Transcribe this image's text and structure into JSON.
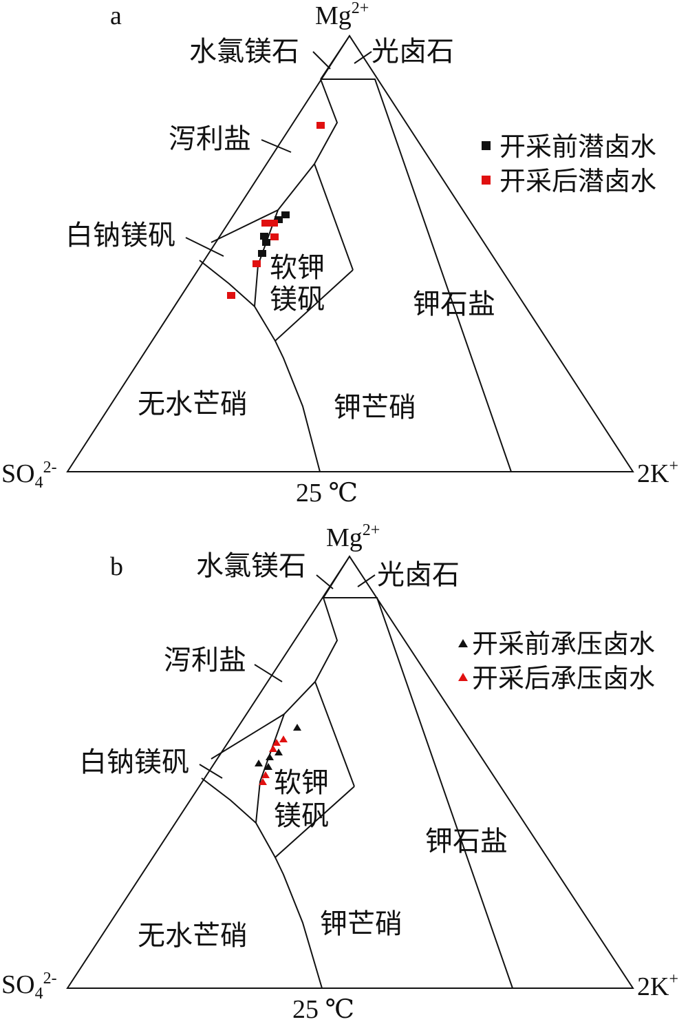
{
  "temperature": "25 ℃",
  "colors": {
    "before": "#111111",
    "after": "#e01010",
    "line": "#111111"
  },
  "panels": [
    {
      "id": "a",
      "label": "a",
      "vertex_labels": {
        "top_base": "Mg",
        "top_sup": "2+",
        "left_base": "SO",
        "left_sub": "4",
        "left_sup": "2-",
        "right_base": "2K",
        "right_sup": "+"
      },
      "fields": {
        "bischofite": "水氯镁石",
        "carnallite": "光卤石",
        "epsomite": "泻利盐",
        "bloedite": "白钠镁矾",
        "picromerite_1": "软钾",
        "picromerite_2": "镁矾",
        "sylvite": "钾石盐",
        "thenardite": "无水芒硝",
        "glaserite": "钾芒硝"
      },
      "legend": [
        {
          "marker": "square",
          "color": "#111111",
          "label": "开采前潜卤水"
        },
        {
          "marker": "square",
          "color": "#e01010",
          "label": "开采后潜卤水"
        }
      ]
    },
    {
      "id": "b",
      "label": "b",
      "vertex_labels": {
        "top_base": "Mg",
        "top_sup": "2+",
        "left_base": "SO",
        "left_sub": "4",
        "left_sup": "2-",
        "right_base": "2K",
        "right_sup": "+"
      },
      "fields": {
        "bischofite": "水氯镁石",
        "carnallite": "光卤石",
        "epsomite": "泻利盐",
        "bloedite": "白钠镁矾",
        "picromerite_1": "软钾",
        "picromerite_2": "镁矾",
        "sylvite": "钾石盐",
        "thenardite": "无水芒硝",
        "glaserite": "钾芒硝"
      },
      "legend": [
        {
          "marker": "triangle",
          "color": "#111111",
          "label": "开采前承压卤水"
        },
        {
          "marker": "triangle",
          "color": "#e01010",
          "label": "开采后承压卤水"
        }
      ]
    }
  ]
}
